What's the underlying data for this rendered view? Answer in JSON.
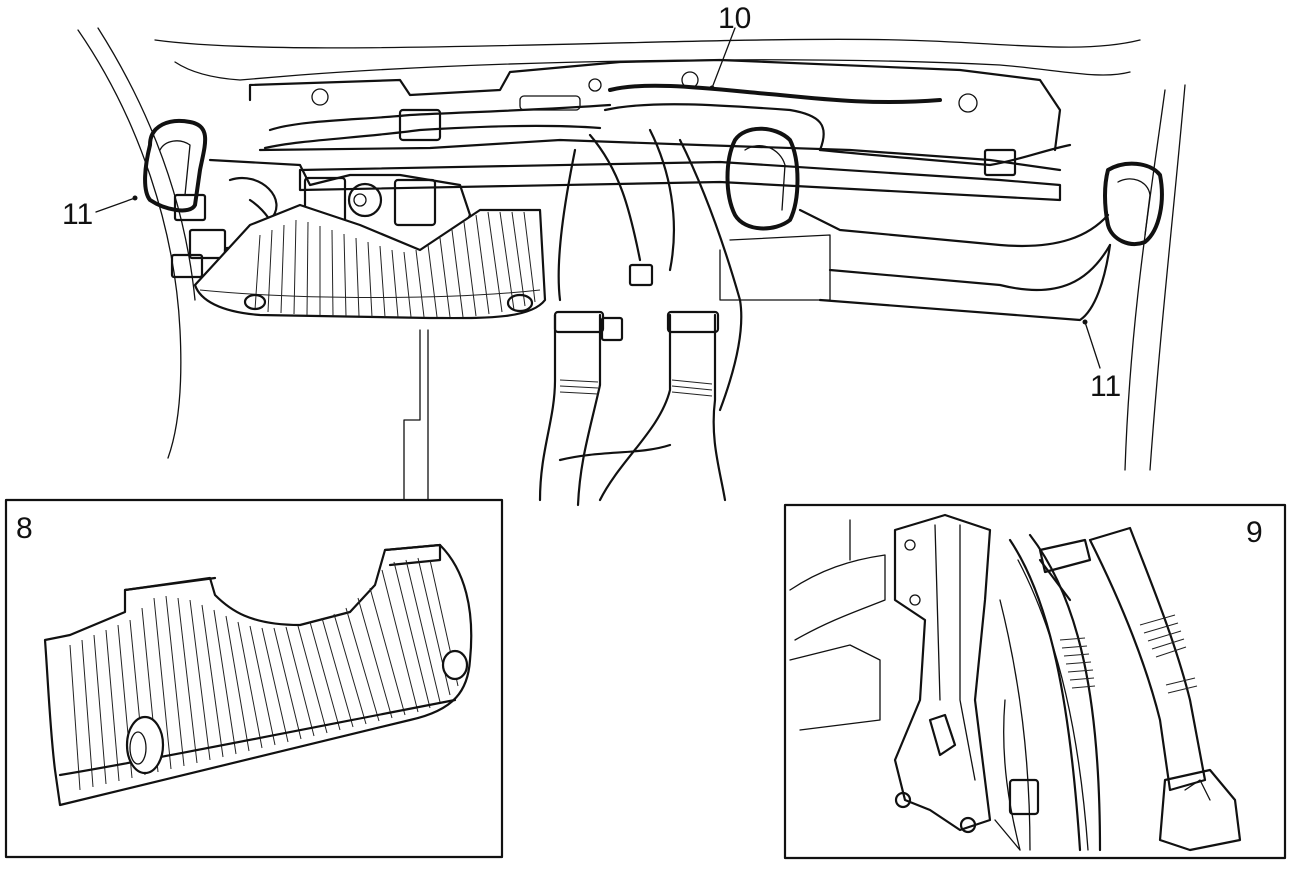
{
  "diagram": {
    "callouts": {
      "c10": "10",
      "c11_left": "11",
      "c11_right": "11",
      "c8": "8",
      "c9": "9"
    },
    "palette": {
      "ink": "#111111",
      "paper": "#ffffff"
    }
  }
}
